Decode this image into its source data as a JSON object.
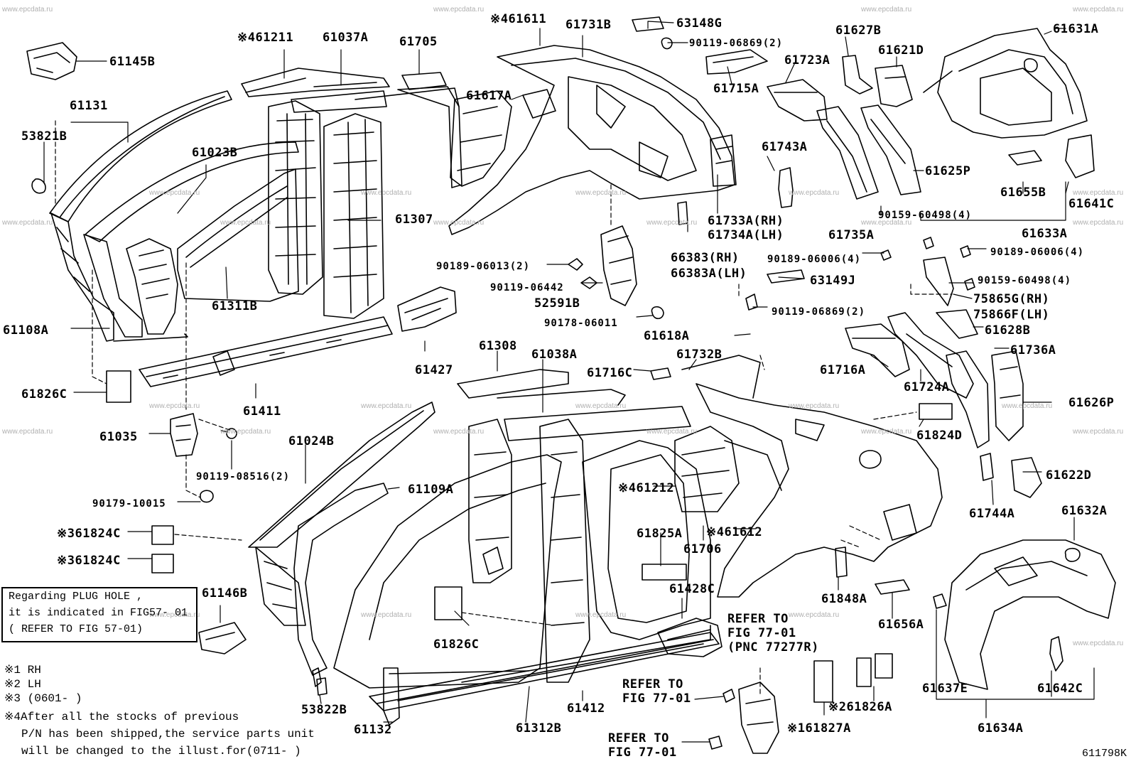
{
  "watermark": "www.epcdata.ru",
  "diagram_code": "611798K",
  "note_box": {
    "line1": "Regarding PLUG HOLE ,",
    "line2": "it is indicated in FIG57- 01",
    "line3": "( REFER TO FIG 57-01)"
  },
  "legend": {
    "rh": "※1 RH",
    "lh": "※2 LH",
    "date": "※3 (0601-     )",
    "note4_l1": "※4After all the stocks of previous",
    "note4_l2": "P/N has been shipped,the service parts unit",
    "note4_l3": "will be changed to the illust.for(0711-     )"
  },
  "labels": {
    "l61145B": "61145B",
    "l61131": "61131",
    "l53821B": "53821B",
    "l461211": "※461211",
    "l61037A": "61037A",
    "l61705": "61705",
    "l461611": "※461611",
    "l61731B": "61731B",
    "l63148G": "63148G",
    "l90119_06869a": "90119-06869(2)",
    "l61627B": "61627B",
    "l61631A": "61631A",
    "l61723A": "61723A",
    "l61621D": "61621D",
    "l61715A": "61715A",
    "l61617A": "61617A",
    "l61023B": "61023B",
    "l61743A": "61743A",
    "l61625P": "61625P",
    "l61655B": "61655B",
    "l61641C": "61641C",
    "l61307": "61307",
    "l61733A": "61733A(RH)",
    "l61734A": "61734A(LH)",
    "l61735A": "61735A",
    "l90159_60498a": "90159-60498(4)",
    "l61633A": "61633A",
    "l61311B": "61311B",
    "l90189_06013": "90189-06013(2)",
    "l66383": "66383(RH)",
    "l66383A": "66383A(LH)",
    "l90189_06006a": "90189-06006(4)",
    "l90189_06006b": "90189-06006(4)",
    "l90119_06442": "90119-06442",
    "l63149J": "63149J",
    "l90159_60498b": "90159-60498(4)",
    "l52591B": "52591B",
    "l75865G": "75865G(RH)",
    "l75866F": "75866F(LH)",
    "l61108A": "61108A",
    "l90178_06011": "90178-06011",
    "l90119_06869b": "90119-06869(2)",
    "l61618A": "61618A",
    "l61628B": "61628B",
    "l61427": "61427",
    "l61308": "61308",
    "l61038A": "61038A",
    "l61716C": "61716C",
    "l61732B": "61732B",
    "l61716A": "61716A",
    "l61736A": "61736A",
    "l61826C_a": "61826C",
    "l61411": "61411",
    "l61724A": "61724A",
    "l61626P": "61626P",
    "l61035": "61035",
    "l61024B": "61024B",
    "l61824D": "61824D",
    "l90119_08516": "90119-08516(2)",
    "l61109A": "61109A",
    "l461212": "※461212",
    "l61622D": "61622D",
    "l90179_10015": "90179-10015",
    "l61744A": "61744A",
    "l61824C_a": "※361824C",
    "l461612": "※461612",
    "l61632A": "61632A",
    "l61825A": "61825A",
    "l61706": "61706",
    "l61824C_b": "※361824C",
    "l61146B": "61146B",
    "l61428C": "61428C",
    "l61848A": "61848A",
    "l61826C_b": "61826C",
    "l61656A": "61656A",
    "l53822B": "53822B",
    "l61412": "61412",
    "l61132": "61132",
    "l61312B": "61312B",
    "l61826A": "※261826A",
    "l61827A": "※161827A",
    "l61637E": "61637E",
    "l61642C": "61642C",
    "l61634A": "61634A",
    "refer1_a": "REFER TO",
    "refer1_b": "FIG 77-01",
    "refer1_c": "(PNC 77277R)",
    "refer2_a": "REFER TO",
    "refer2_b": "FIG 77-01",
    "refer3_a": "REFER TO",
    "refer3_b": "FIG 77-01"
  }
}
